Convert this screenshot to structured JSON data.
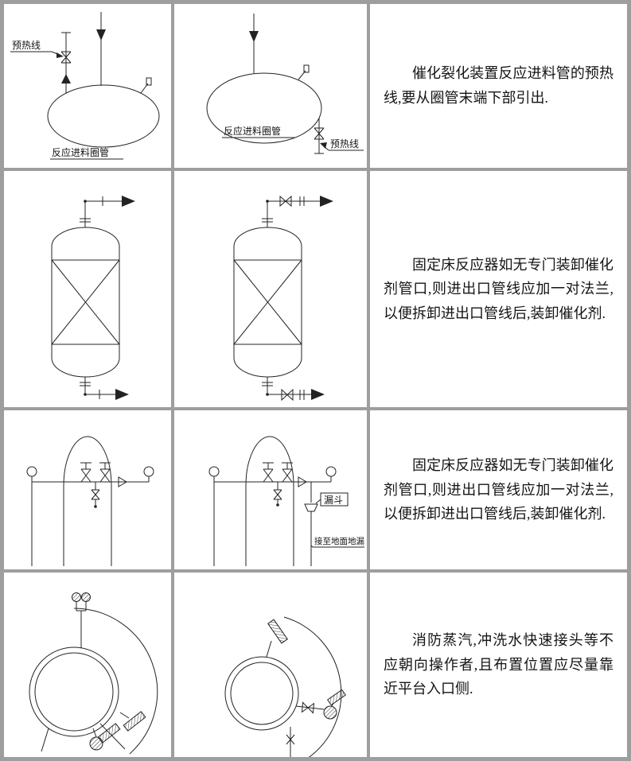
{
  "page": {
    "kind": "engineering-guideline-sheet",
    "grid_line_color": "#9e9e9e",
    "line_color": "#232323",
    "background": "#ffffff"
  },
  "rows": [
    {
      "note": "催化裂化装置反应进料管的预热线,要从圈管末端下部引出.",
      "labels": {
        "preheat_left": "预热线",
        "ring_left": "反应进料圈管",
        "preheat_right": "预热线",
        "ring_right": "反应进料圈管"
      }
    },
    {
      "note": "固定床反应器如无专门装卸催化剂管口,则进出口管线应加一对法兰,以便拆卸进出口管线后,装卸催化剂."
    },
    {
      "note": "固定床反应器如无专门装卸催化剂管口,则进出口管线应加一对法兰,以便拆卸进出口管线后,装卸催化剂.",
      "labels": {
        "funnel": "漏斗",
        "drain": "接至地面地漏"
      }
    },
    {
      "note": "消防蒸汽,冲洗水快速接头等不应朝向操作者,且布置位置应尽量靠近平台入口侧."
    }
  ]
}
